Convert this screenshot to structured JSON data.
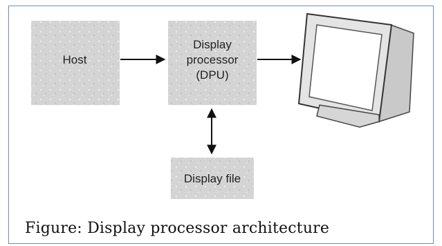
{
  "diagram": {
    "host_label": "Host",
    "dpu_label_line1": "Display",
    "dpu_label_line2": "processor",
    "dpu_label_line3": "(DPU)",
    "display_file_label": "Display file",
    "monitor_icon": "crt-monitor-icon"
  },
  "caption": "Figure: Display processor architecture",
  "colors": {
    "box_fill": "#d2d2d2",
    "arrow": "#111111",
    "border": "#6f8db4"
  }
}
